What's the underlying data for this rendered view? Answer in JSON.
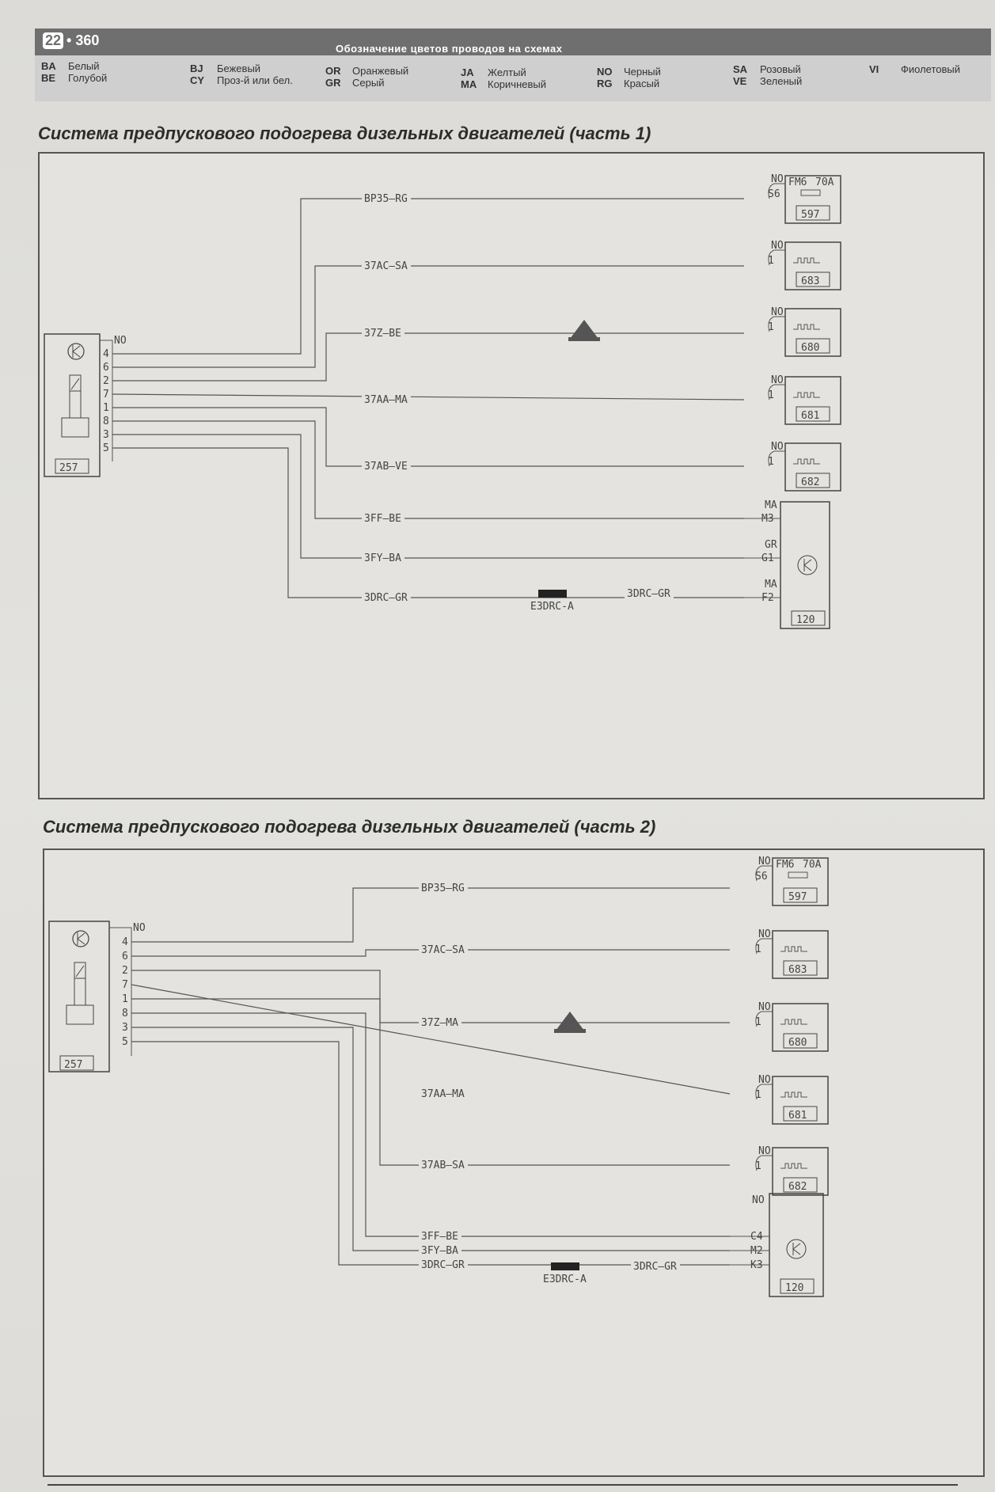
{
  "header": {
    "chapter": "22",
    "page": "360",
    "title": "Обозначение цветов проводов на схемах",
    "legend": [
      {
        "code": "BA",
        "name": "Белый"
      },
      {
        "code": "BE",
        "name": "Голубой"
      },
      {
        "code": "BJ",
        "name": "Бежевый"
      },
      {
        "code": "CY",
        "name": "Проз-й или бел."
      },
      {
        "code": "OR",
        "name": "Оранжевый"
      },
      {
        "code": "GR",
        "name": "Серый"
      },
      {
        "code": "JA",
        "name": "Желтый"
      },
      {
        "code": "MA",
        "name": "Коричневый"
      },
      {
        "code": "NO",
        "name": "Черный"
      },
      {
        "code": "RG",
        "name": "Красый"
      },
      {
        "code": "SA",
        "name": "Розовый"
      },
      {
        "code": "VE",
        "name": "Зеленый"
      },
      {
        "code": "VI",
        "name": "Фиолетовый"
      }
    ]
  },
  "diagrams": [
    {
      "title": "Система предпускового подогрева дизельных двигателей (часть 1)",
      "source": {
        "id": "257",
        "pins": [
          "NO",
          "4",
          "6",
          "2",
          "7",
          "1",
          "8",
          "3",
          "5"
        ]
      },
      "connector_label": "E3DRC-A",
      "connector_wire": "3DRC—GR",
      "wires": [
        {
          "label": "BP35—RG"
        },
        {
          "label": "37AC—SA"
        },
        {
          "label": "37Z—BE"
        },
        {
          "label": "37AA—MA"
        },
        {
          "label": "37AB—VE"
        },
        {
          "label": "3FF—BE"
        },
        {
          "label": "3FY—BA"
        },
        {
          "label": "3DRC—GR"
        }
      ],
      "targets": [
        {
          "id": "597",
          "ground": "NO",
          "pin": "S6",
          "extra": "FM6",
          "rating": "70A"
        },
        {
          "id": "683",
          "ground": "NO",
          "pin": "1"
        },
        {
          "id": "680",
          "ground": "NO",
          "pin": "1"
        },
        {
          "id": "681",
          "ground": "NO",
          "pin": "1"
        },
        {
          "id": "682",
          "ground": "NO",
          "pin": "1"
        },
        {
          "id": "120",
          "pins": [
            {
              "color": "MA",
              "pin": "M3"
            },
            {
              "color": "GR",
              "pin": "G1"
            },
            {
              "color": "MA",
              "pin": "F2"
            }
          ]
        }
      ]
    },
    {
      "title": "Система предпускового подогрева дизельных двигателей (часть 2)",
      "source": {
        "id": "257",
        "pins": [
          "NO",
          "4",
          "6",
          "2",
          "7",
          "1",
          "8",
          "3",
          "5"
        ]
      },
      "connector_label": "E3DRC-A",
      "connector_wire": "3DRC—GR",
      "wires": [
        {
          "label": "BP35—RG"
        },
        {
          "label": "37AC—SA"
        },
        {
          "label": "37Z—MA"
        },
        {
          "label": "37AA—MA"
        },
        {
          "label": "37AB—SA"
        },
        {
          "label": "3FF—BE"
        },
        {
          "label": "3FY—BA"
        },
        {
          "label": "3DRC—GR"
        }
      ],
      "targets": [
        {
          "id": "597",
          "ground": "NO",
          "pin": "S6",
          "extra": "FM6",
          "rating": "70A"
        },
        {
          "id": "683",
          "ground": "NO",
          "pin": "1"
        },
        {
          "id": "680",
          "ground": "NO",
          "pin": "1"
        },
        {
          "id": "681",
          "ground": "NO",
          "pin": "1"
        },
        {
          "id": "682",
          "ground": "NO",
          "pin": "1"
        },
        {
          "id": "120",
          "ground": "NO",
          "pins": [
            {
              "pin": "C4"
            },
            {
              "pin": "M2"
            },
            {
              "pin": "K3"
            }
          ]
        }
      ]
    }
  ]
}
